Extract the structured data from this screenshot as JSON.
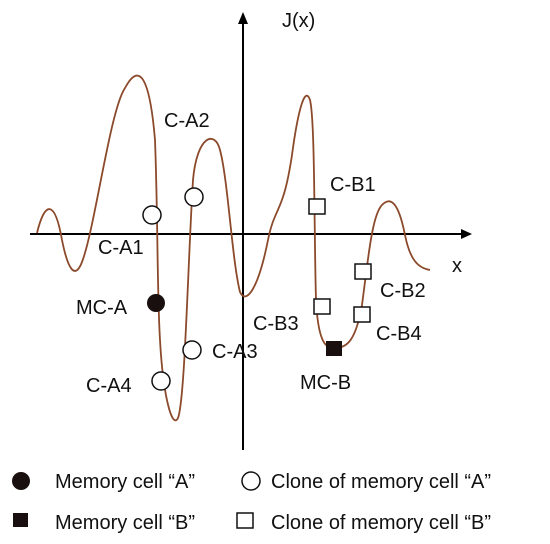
{
  "axes": {
    "y_label": "J(x)",
    "x_label": "x"
  },
  "labels": {
    "c_a1": "C-A1",
    "c_a2": "C-A2",
    "c_a3": "C-A3",
    "c_a4": "C-A4",
    "mc_a": "MC-A",
    "c_b1": "C-B1",
    "c_b2": "C-B2",
    "c_b3": "C-B3",
    "c_b4": "C-B4",
    "mc_b": "MC-B"
  },
  "legend": {
    "memory_a": "Memory cell “A”",
    "clone_a": "Clone of memory cell “A”",
    "memory_b": "Memory cell “B”",
    "clone_b": "Clone of memory cell “B”"
  },
  "colors": {
    "curve": "#8B4A2B",
    "axis": "#000000",
    "marker_fill": "#1a0f0f"
  }
}
